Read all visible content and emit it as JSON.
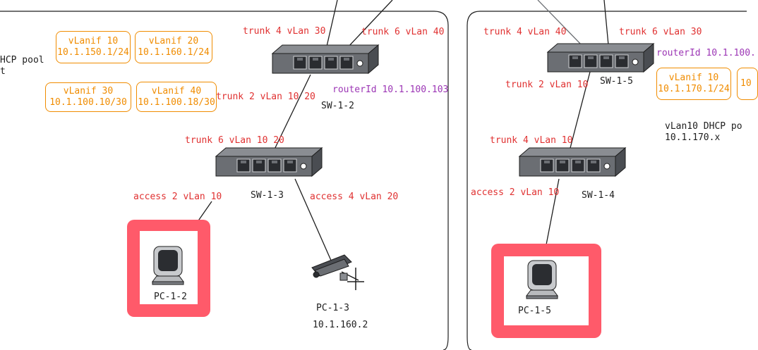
{
  "left_group": {
    "dhcp_note": [
      "HCP pool",
      "t"
    ],
    "vlanif_boxes": [
      {
        "line1": "vLanif 10",
        "line2": "10.1.150.1/24"
      },
      {
        "line1": "vLanif 20",
        "line2": "10.1.160.1/24"
      },
      {
        "line1": "vLanif 30",
        "line2": "10.1.100.10/30"
      },
      {
        "line1": "vLanif 40",
        "line2": "10.1.100.18/30"
      }
    ],
    "links": {
      "trunk_4_vlan_30": "trunk 4 vLan 30",
      "trunk_6_vlan_40": "trunk 6 vLan 40",
      "trunk_2_vlan_10_20": "trunk 2 vLan 10 20",
      "trunk_6_vlan_10_20": "trunk 6 vLan 10 20",
      "access_2_vlan_10": "access 2 vLan 10",
      "access_4_vlan_20": "access 4 vLan 20"
    },
    "router_id": "routerId 10.1.100.103",
    "devices": {
      "sw_1_2": "SW-1-2",
      "sw_1_3": "SW-1-3",
      "pc_1_2": "PC-1-2",
      "pc_1_3": "PC-1-3",
      "pc_1_3_ip": "10.1.160.2"
    }
  },
  "right_group": {
    "links": {
      "trunk_4_vlan_40": "trunk 4 vLan 40",
      "trunk_6_vlan_30": "trunk 6 vLan 30",
      "trunk_2_vlan_10": "trunk 2 vLan 10",
      "trunk_4_vlan_10": "trunk 4 vLan 10",
      "access_2_vlan_10": "access 2 vLan 10"
    },
    "router_id": "routerId 10.1.100.",
    "vlanif_box": {
      "line1": "vLanif 10",
      "line2": "10.1.170.1/24"
    },
    "vlanif_box_partial": {
      "line1": "",
      "line2": "10"
    },
    "dhcp_note": [
      "vLan10 DHCP po",
      "10.1.170.x"
    ],
    "devices": {
      "sw_1_5": "SW-1-5",
      "sw_1_4": "SW-1-4",
      "pc_1_5": "PC-1-5"
    }
  },
  "colors": {
    "link_label": "#e03131",
    "router_id": "#9c36b5",
    "vlanif_box": "#f08c00",
    "highlight_frame": "#ff5a6a",
    "device_body": "#6b6e73"
  },
  "icons": [
    "switch-icon",
    "monitor-pc-icon",
    "cctv-camera-icon"
  ]
}
